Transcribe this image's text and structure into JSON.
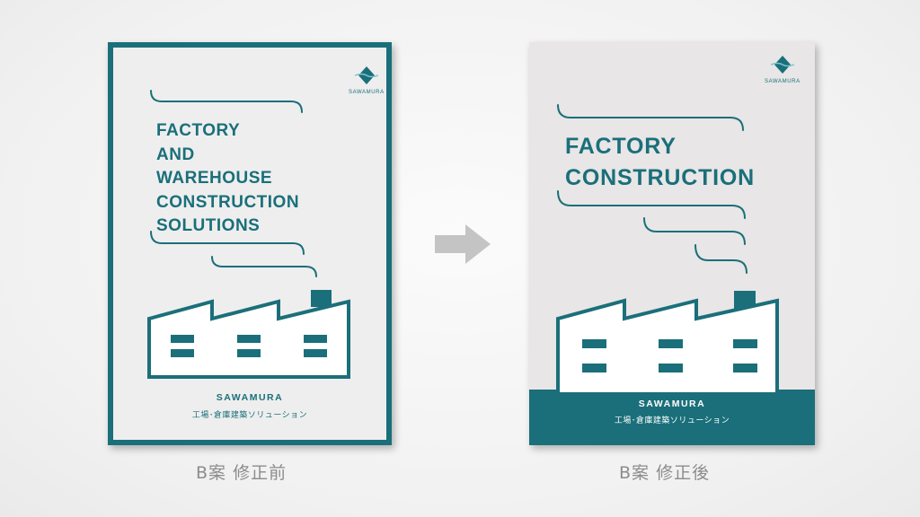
{
  "colors": {
    "teal": "#1a6f7a",
    "panel_before": "#eeeeee",
    "panel_after": "#e8e6e6",
    "caption": "#8c8c8c",
    "arrow": "#c4c4c4"
  },
  "before": {
    "logo_text": "SAWAMURA",
    "title_lines": [
      "FACTORY",
      "AND",
      "WAREHOUSE",
      "CONSTRUCTION",
      "SOLUTIONS"
    ],
    "company": "SAWAMURA",
    "subtitle": "工場･倉庫建築ソリューション",
    "caption": "B案 修正前"
  },
  "after": {
    "logo_text": "SAWAMURA",
    "title_lines": [
      "FACTORY",
      "CONSTRUCTION"
    ],
    "company": "SAWAMURA",
    "subtitle": "工場･倉庫建築ソリューション",
    "caption": "B案 修正後"
  },
  "icons": {
    "arrow": "arrow-right-icon",
    "logo": "sawamura-logo-icon"
  }
}
